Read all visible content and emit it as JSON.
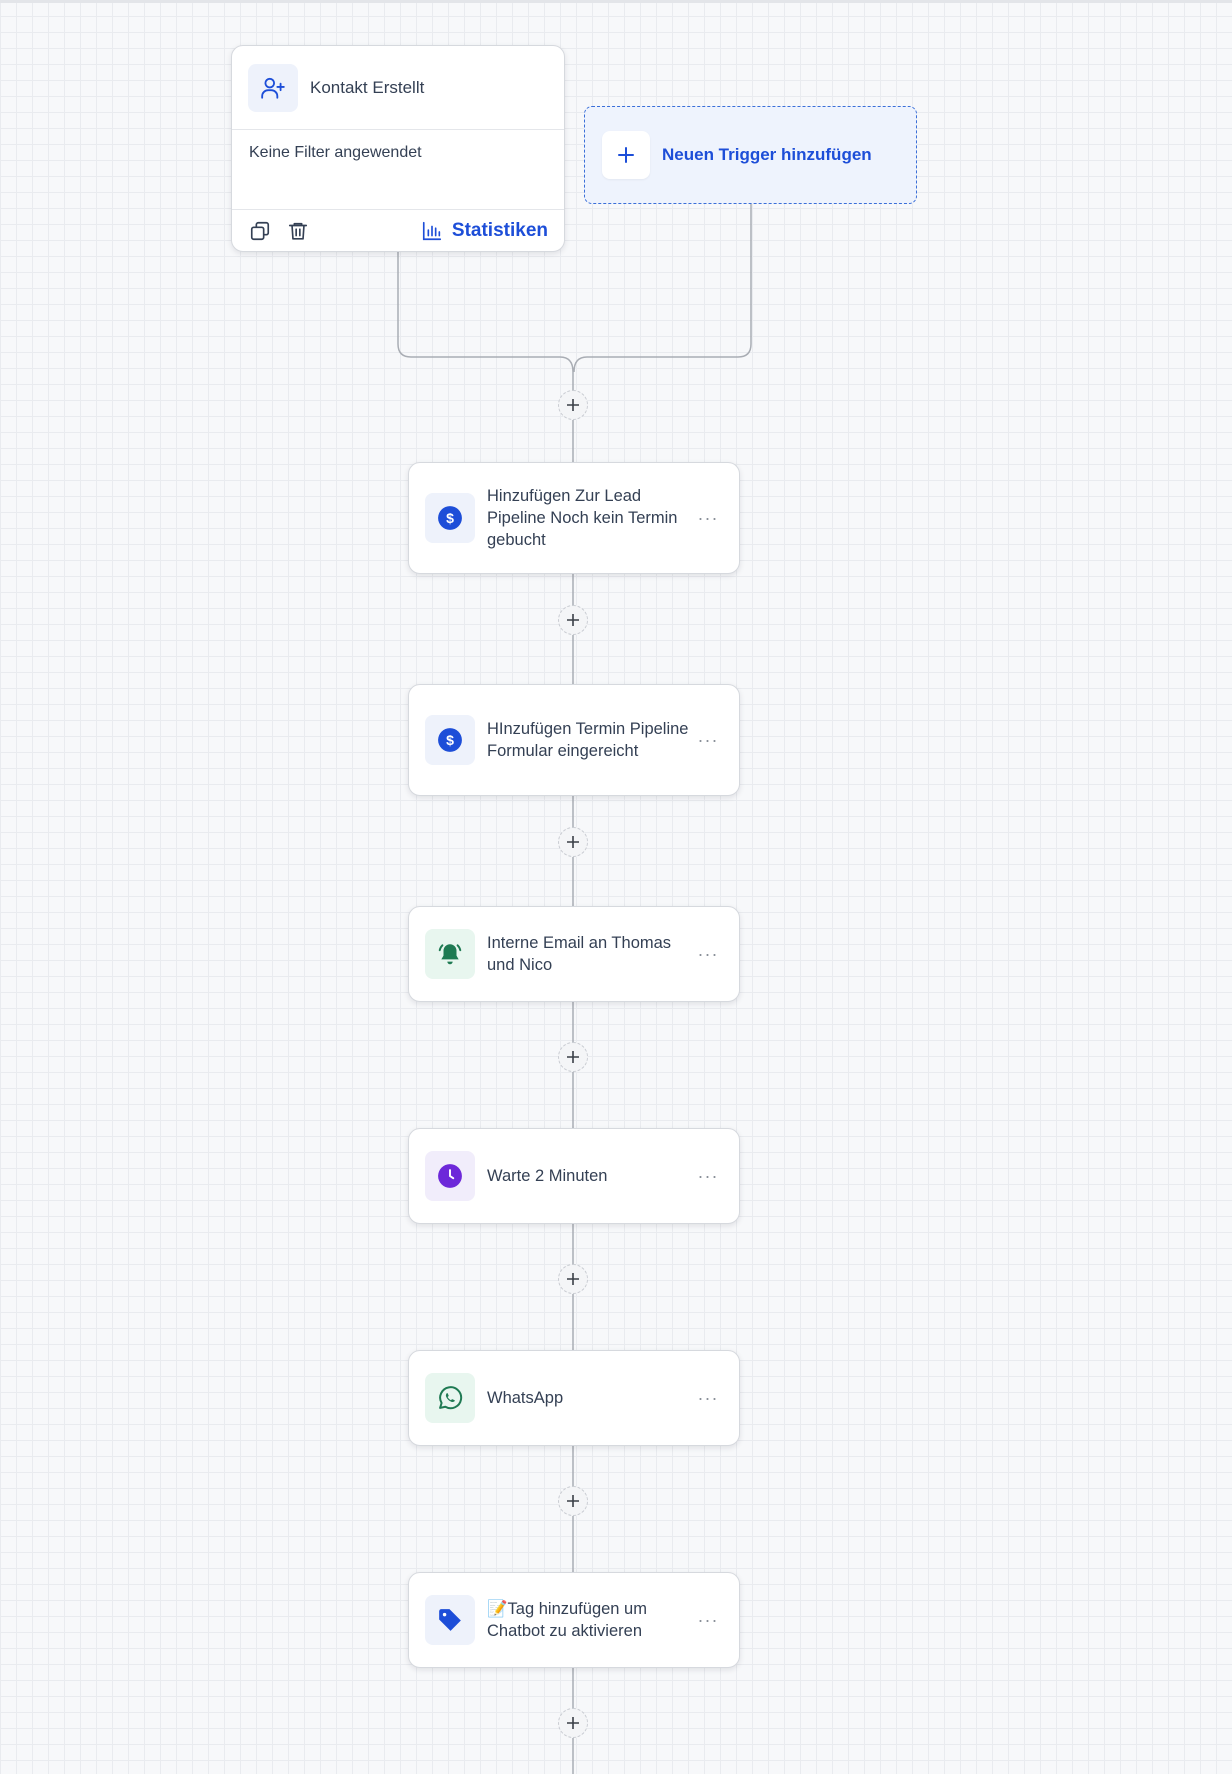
{
  "trigger": {
    "title": "Kontakt Erstellt",
    "filter_text": "Keine Filter angewendet",
    "stats_label": "Statistiken"
  },
  "add_trigger": {
    "label": "Neuen Trigger hinzufügen"
  },
  "actions": [
    {
      "label": "Hinzufügen Zur Lead Pipeline Noch kein Termin gebucht",
      "icon": "dollar-icon",
      "icon_color": "#1d4ed8",
      "icon_bg": "#eef2fb"
    },
    {
      "label": "HInzufügen Termin Pipeline Formular eingereicht",
      "icon": "dollar-icon",
      "icon_color": "#1d4ed8",
      "icon_bg": "#eef2fb"
    },
    {
      "label": "Interne Email an Thomas und Nico",
      "icon": "bell-icon",
      "icon_color": "#1f7a53",
      "icon_bg": "#e8f6ef"
    },
    {
      "label": "Warte 2 Minuten",
      "icon": "clock-icon",
      "icon_color": "#6d28d9",
      "icon_bg": "#f1edfb"
    },
    {
      "label": "WhatsApp",
      "icon": "whatsapp-icon",
      "icon_color": "#1f7a53",
      "icon_bg": "#e8f6ef"
    },
    {
      "label": "📝Tag hinzufügen um Chatbot zu aktivieren",
      "icon": "tag-icon",
      "icon_color": "#1d4ed8",
      "icon_bg": "#eef2fb"
    }
  ],
  "menu_glyph": "···",
  "plus_glyph": "+"
}
